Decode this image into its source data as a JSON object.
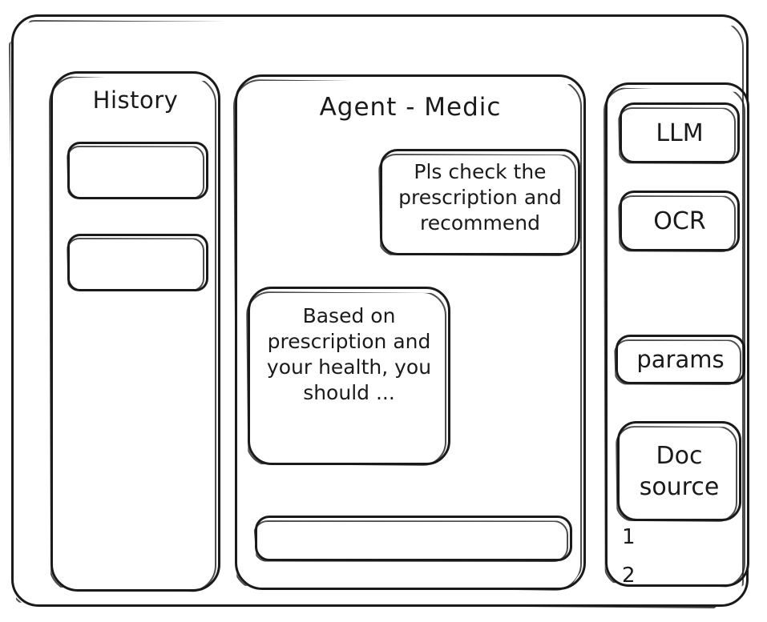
{
  "window": {
    "name": "agent-medic-wireframe"
  },
  "history": {
    "title": "History",
    "items": [
      {
        "label": ""
      },
      {
        "label": ""
      }
    ]
  },
  "agent": {
    "title": "Agent - Medic",
    "messages": [
      {
        "role": "user",
        "text": "Pls check the prescription and recommend"
      },
      {
        "role": "assistant",
        "text": "Based on prescription and your health, you should ..."
      }
    ],
    "composer": {
      "value": "",
      "placeholder": ""
    }
  },
  "tools": {
    "buttons": [
      {
        "label": "LLM"
      },
      {
        "label": "OCR"
      },
      {
        "label": "params"
      },
      {
        "label": "Doc source"
      }
    ],
    "doc_source_list": [
      {
        "label": "1"
      },
      {
        "label": "2"
      }
    ]
  },
  "colors": {
    "ink": "#1a1a1a",
    "paper": "#ffffff"
  }
}
